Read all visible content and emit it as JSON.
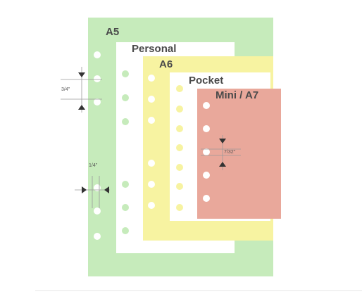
{
  "sheets": [
    {
      "key": "a5",
      "label": "A5",
      "color": "#c6ebbb"
    },
    {
      "key": "personal",
      "label": "Personal",
      "color": "#ffffff"
    },
    {
      "key": "a6",
      "label": "A6",
      "color": "#f7f3a1"
    },
    {
      "key": "pocket",
      "label": "Pocket",
      "color": "#ffffff"
    },
    {
      "key": "mini",
      "label": "Mini / A7",
      "color": "#e9a89b"
    }
  ],
  "measurements": {
    "ring_spacing": "3/4\"",
    "hole_diameter": "1/4\"",
    "hole_offset": "7/32\""
  },
  "colors": {
    "a5_holes_on_white": "#c6ebbb",
    "a6_holes_on_white": "#f7f3a1",
    "arrow": "#333333",
    "guide_line": "#9a9a9a"
  }
}
